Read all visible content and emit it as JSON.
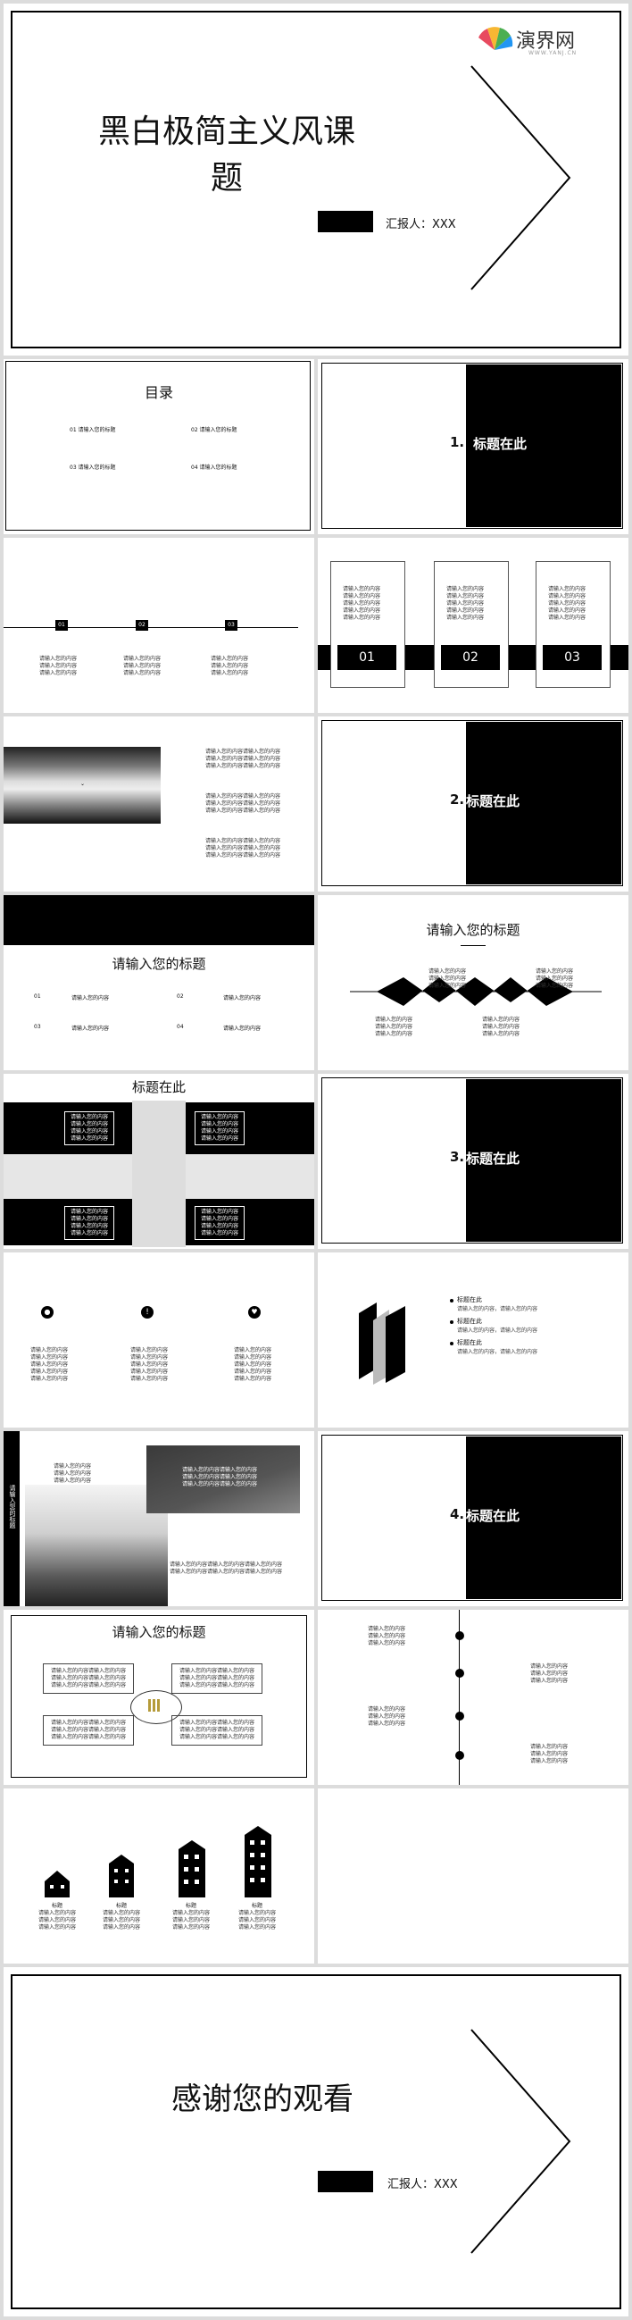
{
  "brand": {
    "name": "演界网",
    "url": "WWW.YANJ.CN"
  },
  "cover": {
    "title": "黑白极简主义风课题",
    "reporter": "汇报人：XXX"
  },
  "toc": {
    "title": "目录",
    "items": [
      "01 请输入您的标题",
      "02 请输入您的标题",
      "03 请输入您的标题",
      "04 请输入您的标题"
    ]
  },
  "sections": [
    {
      "num": "1.",
      "title": "标题在此"
    },
    {
      "num": "2.",
      "title": "标题在此"
    },
    {
      "num": "3.",
      "title": "标题在此"
    },
    {
      "num": "4.",
      "title": "标题在此"
    }
  ],
  "timeline": {
    "badges": [
      "01",
      "02",
      "03"
    ],
    "texts": [
      "请输入您的内容\n请输入您的内容\n请输入您的内容",
      "请输入您的内容\n请输入您的内容\n请输入您的内容",
      "请输入您的内容\n请输入您的内容\n请输入您的内容"
    ]
  },
  "cards": {
    "badges": [
      "01",
      "02",
      "03"
    ],
    "text": "请输入您的内容\n请输入您的内容\n请输入您的内容\n请输入您的内容\n请输入您的内容"
  },
  "photo_text": {
    "blocks": [
      "请输入您的内容请输入您的内容\n请输入您的内容请输入您的内容\n请输入您的内容请输入您的内容",
      "请输入您的内容请输入您的内容\n请输入您的内容请输入您的内容\n请输入您的内容请输入您的内容",
      "请输入您的内容请输入您的内容\n请输入您的内容请输入您的内容\n请输入您的内容请输入您的内容"
    ]
  },
  "list_slide": {
    "title": "请输入您的标题",
    "items": [
      [
        "01",
        "请输入您的内容"
      ],
      [
        "02",
        "请输入您的内容"
      ],
      [
        "03",
        "请输入您的内容"
      ],
      [
        "04",
        "请输入您的内容"
      ]
    ]
  },
  "wave": {
    "title": "请输入您的标题",
    "text": "请输入您的内容\n请输入您的内容\n请输入您的内容"
  },
  "banner": {
    "title": "标题在此",
    "text": "请输入您的内容\n请输入您的内容\n请输入您的内容\n请输入您的内容"
  },
  "icons": {
    "text": "请输入您的内容\n请输入您的内容\n请输入您的内容\n请输入您的内容\n请输入您的内容"
  },
  "bullets": {
    "items": [
      {
        "title": "标题在此",
        "text": "请输入您的内容，请输入您的内容"
      },
      {
        "title": "标题在此",
        "text": "请输入您的内容，请输入您的内容"
      },
      {
        "title": "标题在此",
        "text": "请输入您的内容，请输入您的内容"
      }
    ]
  },
  "vertical": {
    "label": "请输入您的标题",
    "block1": "请输入您的内容\n请输入您的内容\n请输入您的内容",
    "block2": "请输入您的内容请输入您的内容\n请输入您的内容请输入您的内容\n请输入您的内容请输入您的内容",
    "block3": "请输入您的内容请输入您的内容请输入您的内容\n请输入您的内容请输入您的内容请输入您的内容"
  },
  "hub": {
    "title": "请输入您的标题",
    "text": "请输入您的内容请输入您的内容\n请输入您的内容请输入您的内容\n请输入您的内容请输入您的内容"
  },
  "dots": {
    "text": "请输入您的内容\n请输入您的内容\n请输入您的内容"
  },
  "buildings": {
    "labels": [
      "标题",
      "标题",
      "标题",
      "标题"
    ],
    "text": "请输入您的内容\n请输入您的内容\n请输入您的内容"
  },
  "end": {
    "title": "感谢您的观看",
    "reporter": "汇报人：XXX"
  }
}
